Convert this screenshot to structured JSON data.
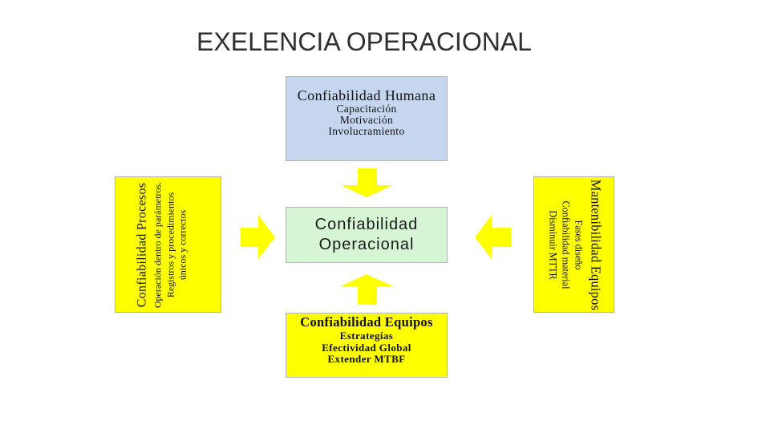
{
  "slide": {
    "title": "EXELENCIA OPERACIONAL"
  },
  "diagram": {
    "arrow_color": "#ffff00",
    "top": {
      "heading": "Confiabilidad Humana",
      "items": [
        "Capacitación",
        "Motivación",
        "Involucramiento"
      ],
      "color": "#c6d6ef"
    },
    "center": {
      "lines": [
        "Confiabilidad",
        "Operacional"
      ],
      "color": "#d5f5d5"
    },
    "bottom": {
      "heading": "Confiabilidad Equipos",
      "items": [
        "Estrategias",
        "Efectividad Global",
        "Extender MTBF"
      ],
      "color": "#ffff00"
    },
    "left": {
      "heading": "Confiabilidad Procesos",
      "items": [
        "Operación dentro de parámetros.",
        "Registros y procedimientos",
        "únicos y correctos"
      ],
      "color": "#ffff00"
    },
    "right": {
      "heading": "Mantenibilidad Equipos",
      "items": [
        "Fases diseño",
        "Confiabilidad material",
        "Disminuir MTTR"
      ],
      "color": "#ffff00"
    }
  }
}
